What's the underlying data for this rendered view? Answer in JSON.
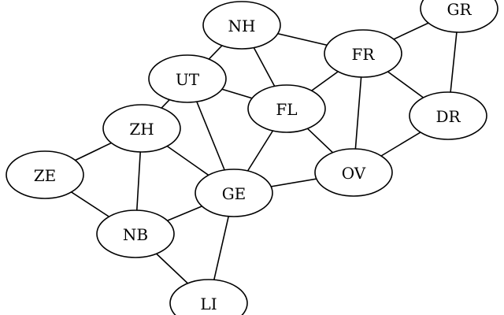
{
  "graph": {
    "nodes": [
      {
        "id": "NH",
        "label": "NH"
      },
      {
        "id": "GR",
        "label": "GR"
      },
      {
        "id": "FR",
        "label": "FR"
      },
      {
        "id": "UT",
        "label": "UT"
      },
      {
        "id": "FL",
        "label": "FL"
      },
      {
        "id": "DR",
        "label": "DR"
      },
      {
        "id": "ZH",
        "label": "ZH"
      },
      {
        "id": "OV",
        "label": "OV"
      },
      {
        "id": "ZE",
        "label": "ZE"
      },
      {
        "id": "GE",
        "label": "GE"
      },
      {
        "id": "NB",
        "label": "NB"
      },
      {
        "id": "LI",
        "label": "LI"
      }
    ],
    "edges": [
      [
        "NH",
        "FR"
      ],
      [
        "NH",
        "FL"
      ],
      [
        "NH",
        "ZH"
      ],
      [
        "GR",
        "FR"
      ],
      [
        "GR",
        "DR"
      ],
      [
        "FR",
        "FL"
      ],
      [
        "FR",
        "DR"
      ],
      [
        "FR",
        "OV"
      ],
      [
        "UT",
        "FL"
      ],
      [
        "UT",
        "GE"
      ],
      [
        "FL",
        "OV"
      ],
      [
        "FL",
        "GE"
      ],
      [
        "DR",
        "OV"
      ],
      [
        "OV",
        "GE"
      ],
      [
        "ZH",
        "ZE"
      ],
      [
        "ZH",
        "GE"
      ],
      [
        "ZH",
        "NB"
      ],
      [
        "ZE",
        "NB"
      ],
      [
        "GE",
        "NB"
      ],
      [
        "GE",
        "LI"
      ],
      [
        "NB",
        "LI"
      ]
    ]
  }
}
